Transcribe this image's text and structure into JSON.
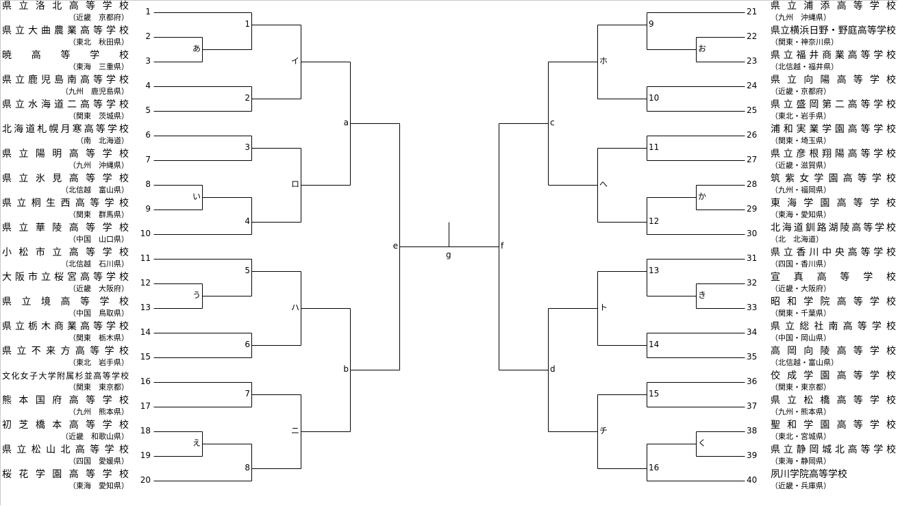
{
  "left_teams": [
    {
      "number": "1",
      "name": "県立洛北高等学校",
      "region": "（近畿　京都府）"
    },
    {
      "number": "2",
      "name": "県立大曲農業高等学校",
      "region": "（東北　秋田県）"
    },
    {
      "number": "3",
      "name": "暁高等学校",
      "region": "（東海　三重県）"
    },
    {
      "number": "4",
      "name": "県立鹿児島南高等学校",
      "region": "（九州　鹿児島県）"
    },
    {
      "number": "5",
      "name": "県立水海道二高等学校",
      "region": "（関東　茨城県）"
    },
    {
      "number": "6",
      "name": "北海道札幌月寒高等学校",
      "region": "（南　北海道）"
    },
    {
      "number": "7",
      "name": "県立陽明高等学校",
      "region": "（九州　沖縄県）"
    },
    {
      "number": "8",
      "name": "県立氷見高等学校",
      "region": "（北信越　富山県）"
    },
    {
      "number": "9",
      "name": "県立桐生西高等学校",
      "region": "（関東　群馬県）"
    },
    {
      "number": "10",
      "name": "県立華陵高等学校",
      "region": "（中国　山口県）"
    },
    {
      "number": "11",
      "name": "小松市立高等学校",
      "region": "（北信越　石川県）"
    },
    {
      "number": "12",
      "name": "大阪市立桜宮高等学校",
      "region": "（近畿　大阪府）"
    },
    {
      "number": "13",
      "name": "県立境高等学校",
      "region": "（中国　鳥取県）"
    },
    {
      "number": "14",
      "name": "県立栃木商業高等学校",
      "region": "（関東　栃木県）"
    },
    {
      "number": "15",
      "name": "県立不来方高等学校",
      "region": "（東北　岩手県）"
    },
    {
      "number": "16",
      "name": "文化女子大学附属杉並高等学校",
      "region": "（関東　東京都）"
    },
    {
      "number": "17",
      "name": "熊本国府高等学校",
      "region": "（九州　熊本県）"
    },
    {
      "number": "18",
      "name": "初芝橋本高等学校",
      "region": "（近畿　和歌山県）"
    },
    {
      "number": "19",
      "name": "県立松山北高等学校",
      "region": "（四国　愛媛県）"
    },
    {
      "number": "20",
      "name": "桜花学園高等学校",
      "region": "（東海　愛知県）"
    }
  ],
  "right_teams": [
    {
      "number": "21",
      "name": "県立浦添高等学校",
      "region": "（九州　沖縄県）"
    },
    {
      "number": "22",
      "name": "県立横浜日野・野庭高等学校",
      "region": "（関東・神奈川県）"
    },
    {
      "number": "23",
      "name": "県立福井商業高等学校",
      "region": "（北信越・福井県）"
    },
    {
      "number": "24",
      "name": "県立向陽高等学校",
      "region": "（近畿・京都府）"
    },
    {
      "number": "25",
      "name": "県立盛岡第二高等学校",
      "region": "（東北・岩手県）"
    },
    {
      "number": "26",
      "name": "浦和実業学園高等学校",
      "region": "（関東・埼玉県）"
    },
    {
      "number": "27",
      "name": "県立彦根翔陽高等学校",
      "region": "（近畿・滋賀県）"
    },
    {
      "number": "28",
      "name": "筑紫女学園高等学校",
      "region": "（九州・福岡県）"
    },
    {
      "number": "29",
      "name": "東海学園高等学校",
      "region": "（東海・愛知県）"
    },
    {
      "number": "30",
      "name": "北海道釧路湖陵高等学校",
      "region": "（北　北海道）"
    },
    {
      "number": "31",
      "name": "県立香川中央高等学校",
      "region": "（四国・香川県）"
    },
    {
      "number": "32",
      "name": "宣真高等学校",
      "region": "（近畿・大阪府）"
    },
    {
      "number": "33",
      "name": "昭和学院高等学校",
      "region": "（関東・千葉県）"
    },
    {
      "number": "34",
      "name": "県立総社南高等学校",
      "region": "（中国・岡山県）"
    },
    {
      "number": "35",
      "name": "高岡向陵高等学校",
      "region": "（北信越・富山県）"
    },
    {
      "number": "36",
      "name": "佼成学園高等学校",
      "region": "（関東・東京都）"
    },
    {
      "number": "37",
      "name": "県立松橋高等学校",
      "region": "（九州・熊本県）"
    },
    {
      "number": "38",
      "name": "聖和学園高等学校",
      "region": "（東北・宮城県）"
    },
    {
      "number": "39",
      "name": "県立静岡城北高等学校",
      "region": "（東海・静岡県）"
    },
    {
      "number": "40",
      "name": "夙川学院高等学校",
      "region": "（近畿・兵庫県）"
    }
  ],
  "left_matches": [
    "あ",
    "1",
    "2",
    "イ",
    "3",
    "い",
    "4",
    "ロ",
    "a",
    "う",
    "5",
    "6",
    "ハ",
    "7",
    "え",
    "8",
    "ニ",
    "b",
    "e"
  ],
  "right_matches": [
    "お",
    "9",
    "10",
    "ホ",
    "11",
    "か",
    "12",
    "へ",
    "c",
    "き",
    "13",
    "14",
    "ト",
    "15",
    "く",
    "16",
    "チ",
    "d",
    "f"
  ],
  "final_label": "g"
}
